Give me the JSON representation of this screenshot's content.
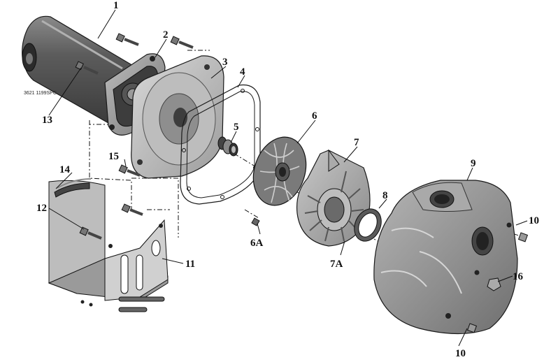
{
  "figure_code": "3621 1199SPC",
  "callouts": {
    "c1": "1",
    "c2": "2",
    "c3": "3",
    "c4": "4",
    "c5": "5",
    "c6": "6",
    "c6a": "6A",
    "c7": "7",
    "c7a": "7A",
    "c8": "8",
    "c9": "9",
    "c10a": "10",
    "c10b": "10",
    "c11": "11",
    "c12": "12",
    "c13": "13",
    "c14": "14",
    "c15": "15",
    "c16": "16"
  }
}
